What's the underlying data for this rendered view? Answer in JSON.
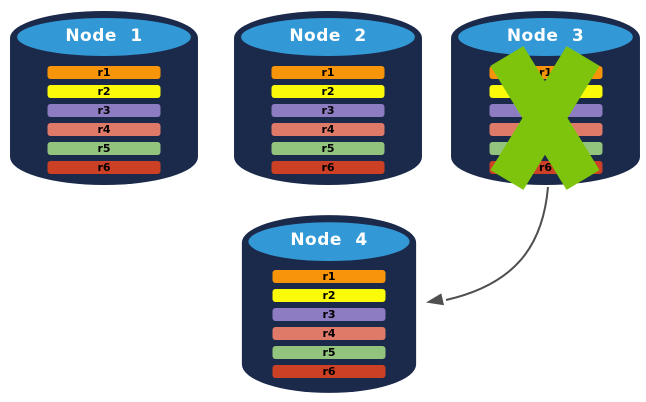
{
  "diagram": {
    "nodes": [
      {
        "label": "Node 1",
        "failed": false
      },
      {
        "label": "Node 2",
        "failed": false
      },
      {
        "label": "Node 3",
        "failed": true
      },
      {
        "label": "Node 4",
        "failed": false
      }
    ],
    "replicas": [
      "r1",
      "r2",
      "r3",
      "r4",
      "r5",
      "r6"
    ],
    "arrow": {
      "from": "Node 3",
      "to": "Node 4"
    }
  },
  "colors": {
    "background": "#FFFFFF",
    "cylinder_body": "#1B2A4A",
    "cylinder_top": "#3399D6",
    "node_label_text": "#FFFFFF",
    "replica_label_text": "#000000",
    "replica_colors": {
      "r1": "#F7940A",
      "r2": "#FBFB09",
      "r3": "#8E7CC3",
      "r4": "#DF7A68",
      "r5": "#93C47D",
      "r6": "#CC4125"
    },
    "failure_x": "#7EC40D",
    "arrow": "#4F4F4F"
  }
}
